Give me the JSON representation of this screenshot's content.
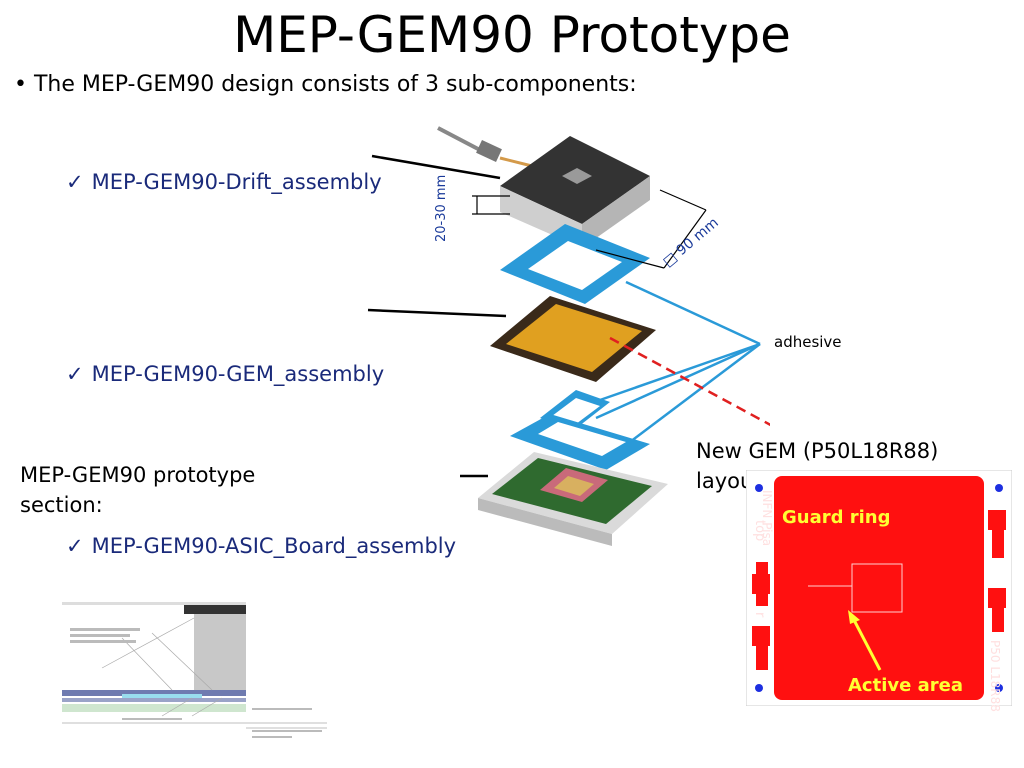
{
  "title": "MEP-GEM90 Prototype",
  "intro": "The MEP-GEM90 design consists of 3 sub-components:",
  "items": {
    "drift": "MEP-GEM90-Drift_assembly",
    "gem": "MEP-GEM90-GEM_assembly",
    "asic": "MEP-GEM90-ASIC_Board_assembly"
  },
  "check_glyph": "✓",
  "bullet_glyph": "•",
  "section_label": "MEP-GEM90 prototype section:",
  "newgem_label": "New GEM (P50L18R88) layout:",
  "adhesive_label": "adhesive",
  "dimensions": {
    "height": "20-30 mm",
    "width": "□ 90 mm"
  },
  "gem_layout": {
    "guard_ring": "Guard ring",
    "active_area": "Active area",
    "infn_pisa": "INFN Pisa",
    "top": "top",
    "r": "r",
    "p50_l18r88": "P50 L18R88"
  },
  "colors": {
    "title": "#000000",
    "list_text": "#1a2a7a",
    "adhesive_blue": "#2a9ad8",
    "gem_foil": "#e0a020",
    "gem_layout_red": "#ff1010",
    "label_yellow": "#ffff33",
    "dashed_red": "#e02020"
  }
}
